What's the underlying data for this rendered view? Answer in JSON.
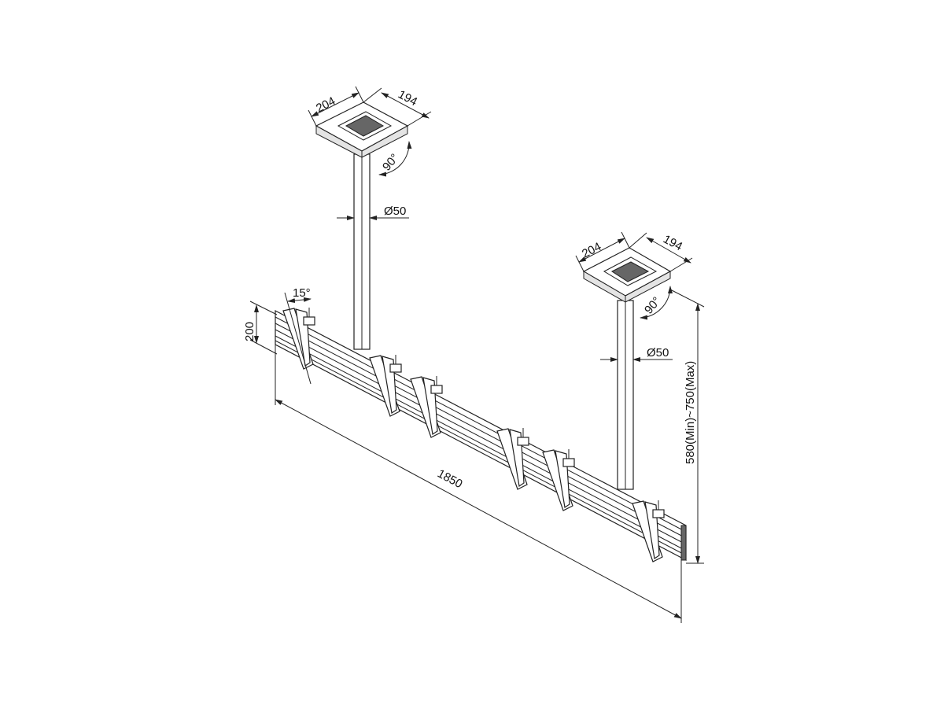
{
  "drawing": {
    "left_mount": {
      "plate_width": "204",
      "plate_depth": "194",
      "rotation": "90°",
      "pole_diameter": "Ø50"
    },
    "right_mount": {
      "plate_width": "204",
      "plate_depth": "194",
      "rotation": "90°",
      "pole_diameter": "Ø50"
    },
    "tilt_angle": "15°",
    "rail_height": "200",
    "rail_length": "1850",
    "drop_range": "580(Min)~750(Max)"
  }
}
